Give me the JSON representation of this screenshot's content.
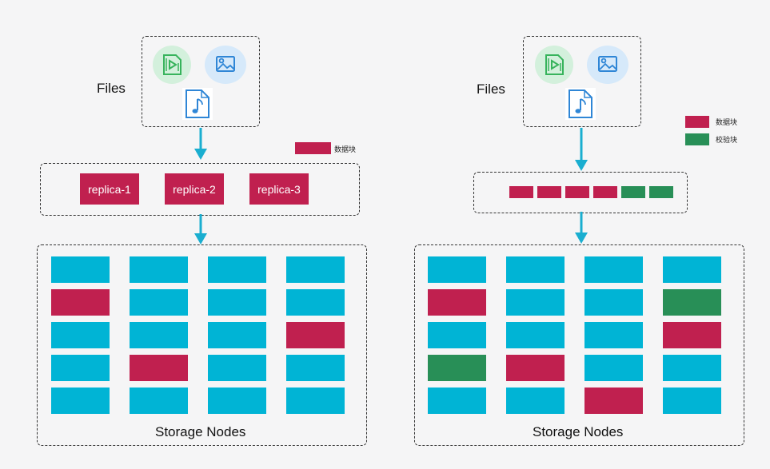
{
  "left": {
    "files_label": "Files",
    "legend_data_label": "数据块",
    "replicas": [
      "replica-1",
      "replica-2",
      "replica-3"
    ],
    "storage_label": "Storage Nodes",
    "grid": [
      [
        "teal",
        "teal",
        "teal",
        "teal"
      ],
      [
        "red",
        "teal",
        "teal",
        "teal"
      ],
      [
        "teal",
        "teal",
        "teal",
        "red"
      ],
      [
        "teal",
        "red",
        "teal",
        "teal"
      ],
      [
        "teal",
        "teal",
        "teal",
        "teal"
      ]
    ]
  },
  "right": {
    "files_label": "Files",
    "legend_data_label": "数据块",
    "legend_parity_label": "校验块",
    "chunks": [
      "red",
      "red",
      "red",
      "red",
      "green",
      "green"
    ],
    "storage_label": "Storage Nodes",
    "grid": [
      [
        "teal",
        "teal",
        "teal",
        "teal"
      ],
      [
        "red",
        "teal",
        "teal",
        "green"
      ],
      [
        "teal",
        "teal",
        "teal",
        "red"
      ],
      [
        "green",
        "red",
        "teal",
        "teal"
      ],
      [
        "teal",
        "teal",
        "red",
        "teal"
      ]
    ]
  },
  "colors": {
    "storage": "#00b4d5",
    "data_block": "#c0204f",
    "parity_block": "#288f57",
    "arrow": "#1aaed0"
  },
  "icons": [
    "video-file-icon",
    "image-file-icon",
    "audio-file-icon"
  ]
}
